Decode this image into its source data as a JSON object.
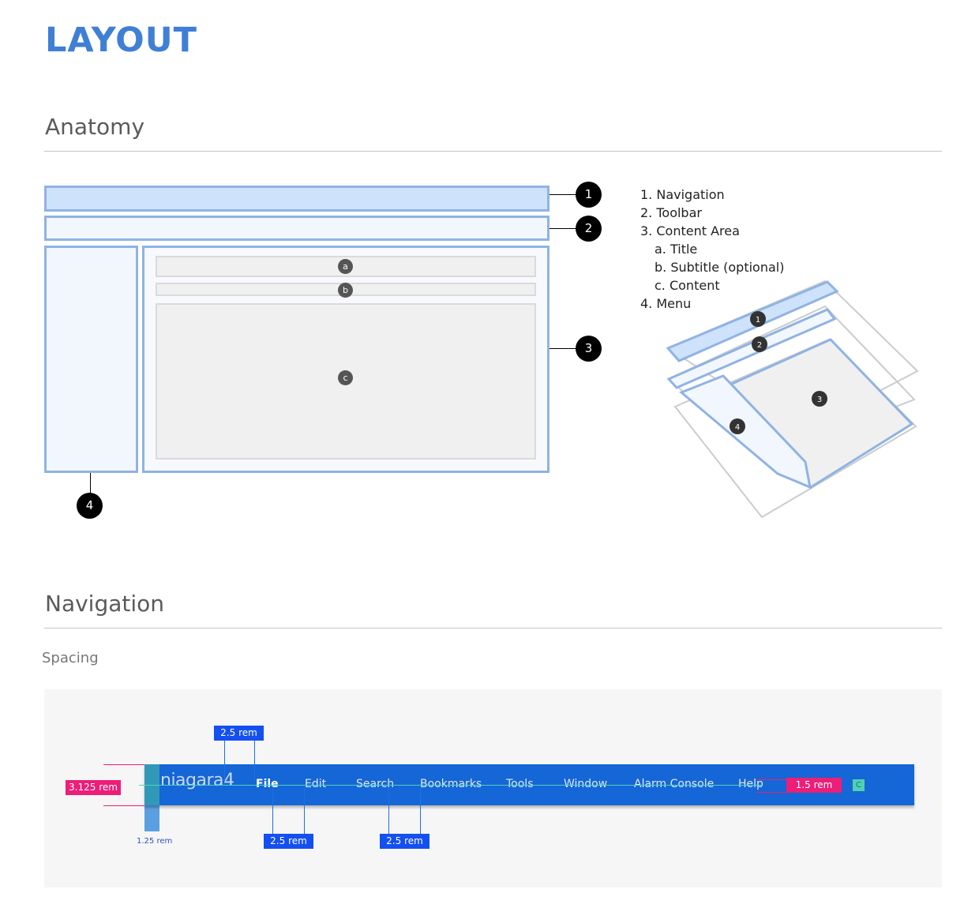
{
  "page": {
    "title": "LAYOUT"
  },
  "sections": {
    "anatomy": "Anatomy",
    "navigation": "Navigation",
    "spacing": "Spacing"
  },
  "anatomy": {
    "inner_labels": [
      "a",
      "b",
      "c"
    ],
    "callouts": [
      "1",
      "2",
      "3",
      "4"
    ],
    "legend": [
      {
        "text": "1. Navigation",
        "indent": false
      },
      {
        "text": "2. Toolbar",
        "indent": false
      },
      {
        "text": "3. Content Area",
        "indent": false
      },
      {
        "text": "a. Title",
        "indent": true
      },
      {
        "text": "b. Subtitle (optional)",
        "indent": true
      },
      {
        "text": "c. Content",
        "indent": true
      },
      {
        "text": "4. Menu",
        "indent": false
      }
    ],
    "iso_labels": [
      "1",
      "2",
      "3",
      "4"
    ]
  },
  "navbar": {
    "brand": "niagara4",
    "items": [
      "File",
      "Edit",
      "Search",
      "Bookmarks",
      "Tools",
      "Window",
      "Alarm Console",
      "Help"
    ],
    "active_item": "File",
    "right_icon": "C"
  },
  "measurements": {
    "height": "3.125 rem",
    "left_padding": "1.25 rem",
    "item_gap_top": "2.5 rem",
    "item_gap_1": "2.5 rem",
    "item_gap_2": "2.5 rem",
    "right_gap": "1.5 rem"
  },
  "colors": {
    "accent": "#3f7fd6",
    "nav_box": "#cfe2fb",
    "box_border": "#8fb3e3",
    "navbar": "#1566d6",
    "measure_blue": "#1450f0",
    "measure_pink": "#ec1e78"
  }
}
